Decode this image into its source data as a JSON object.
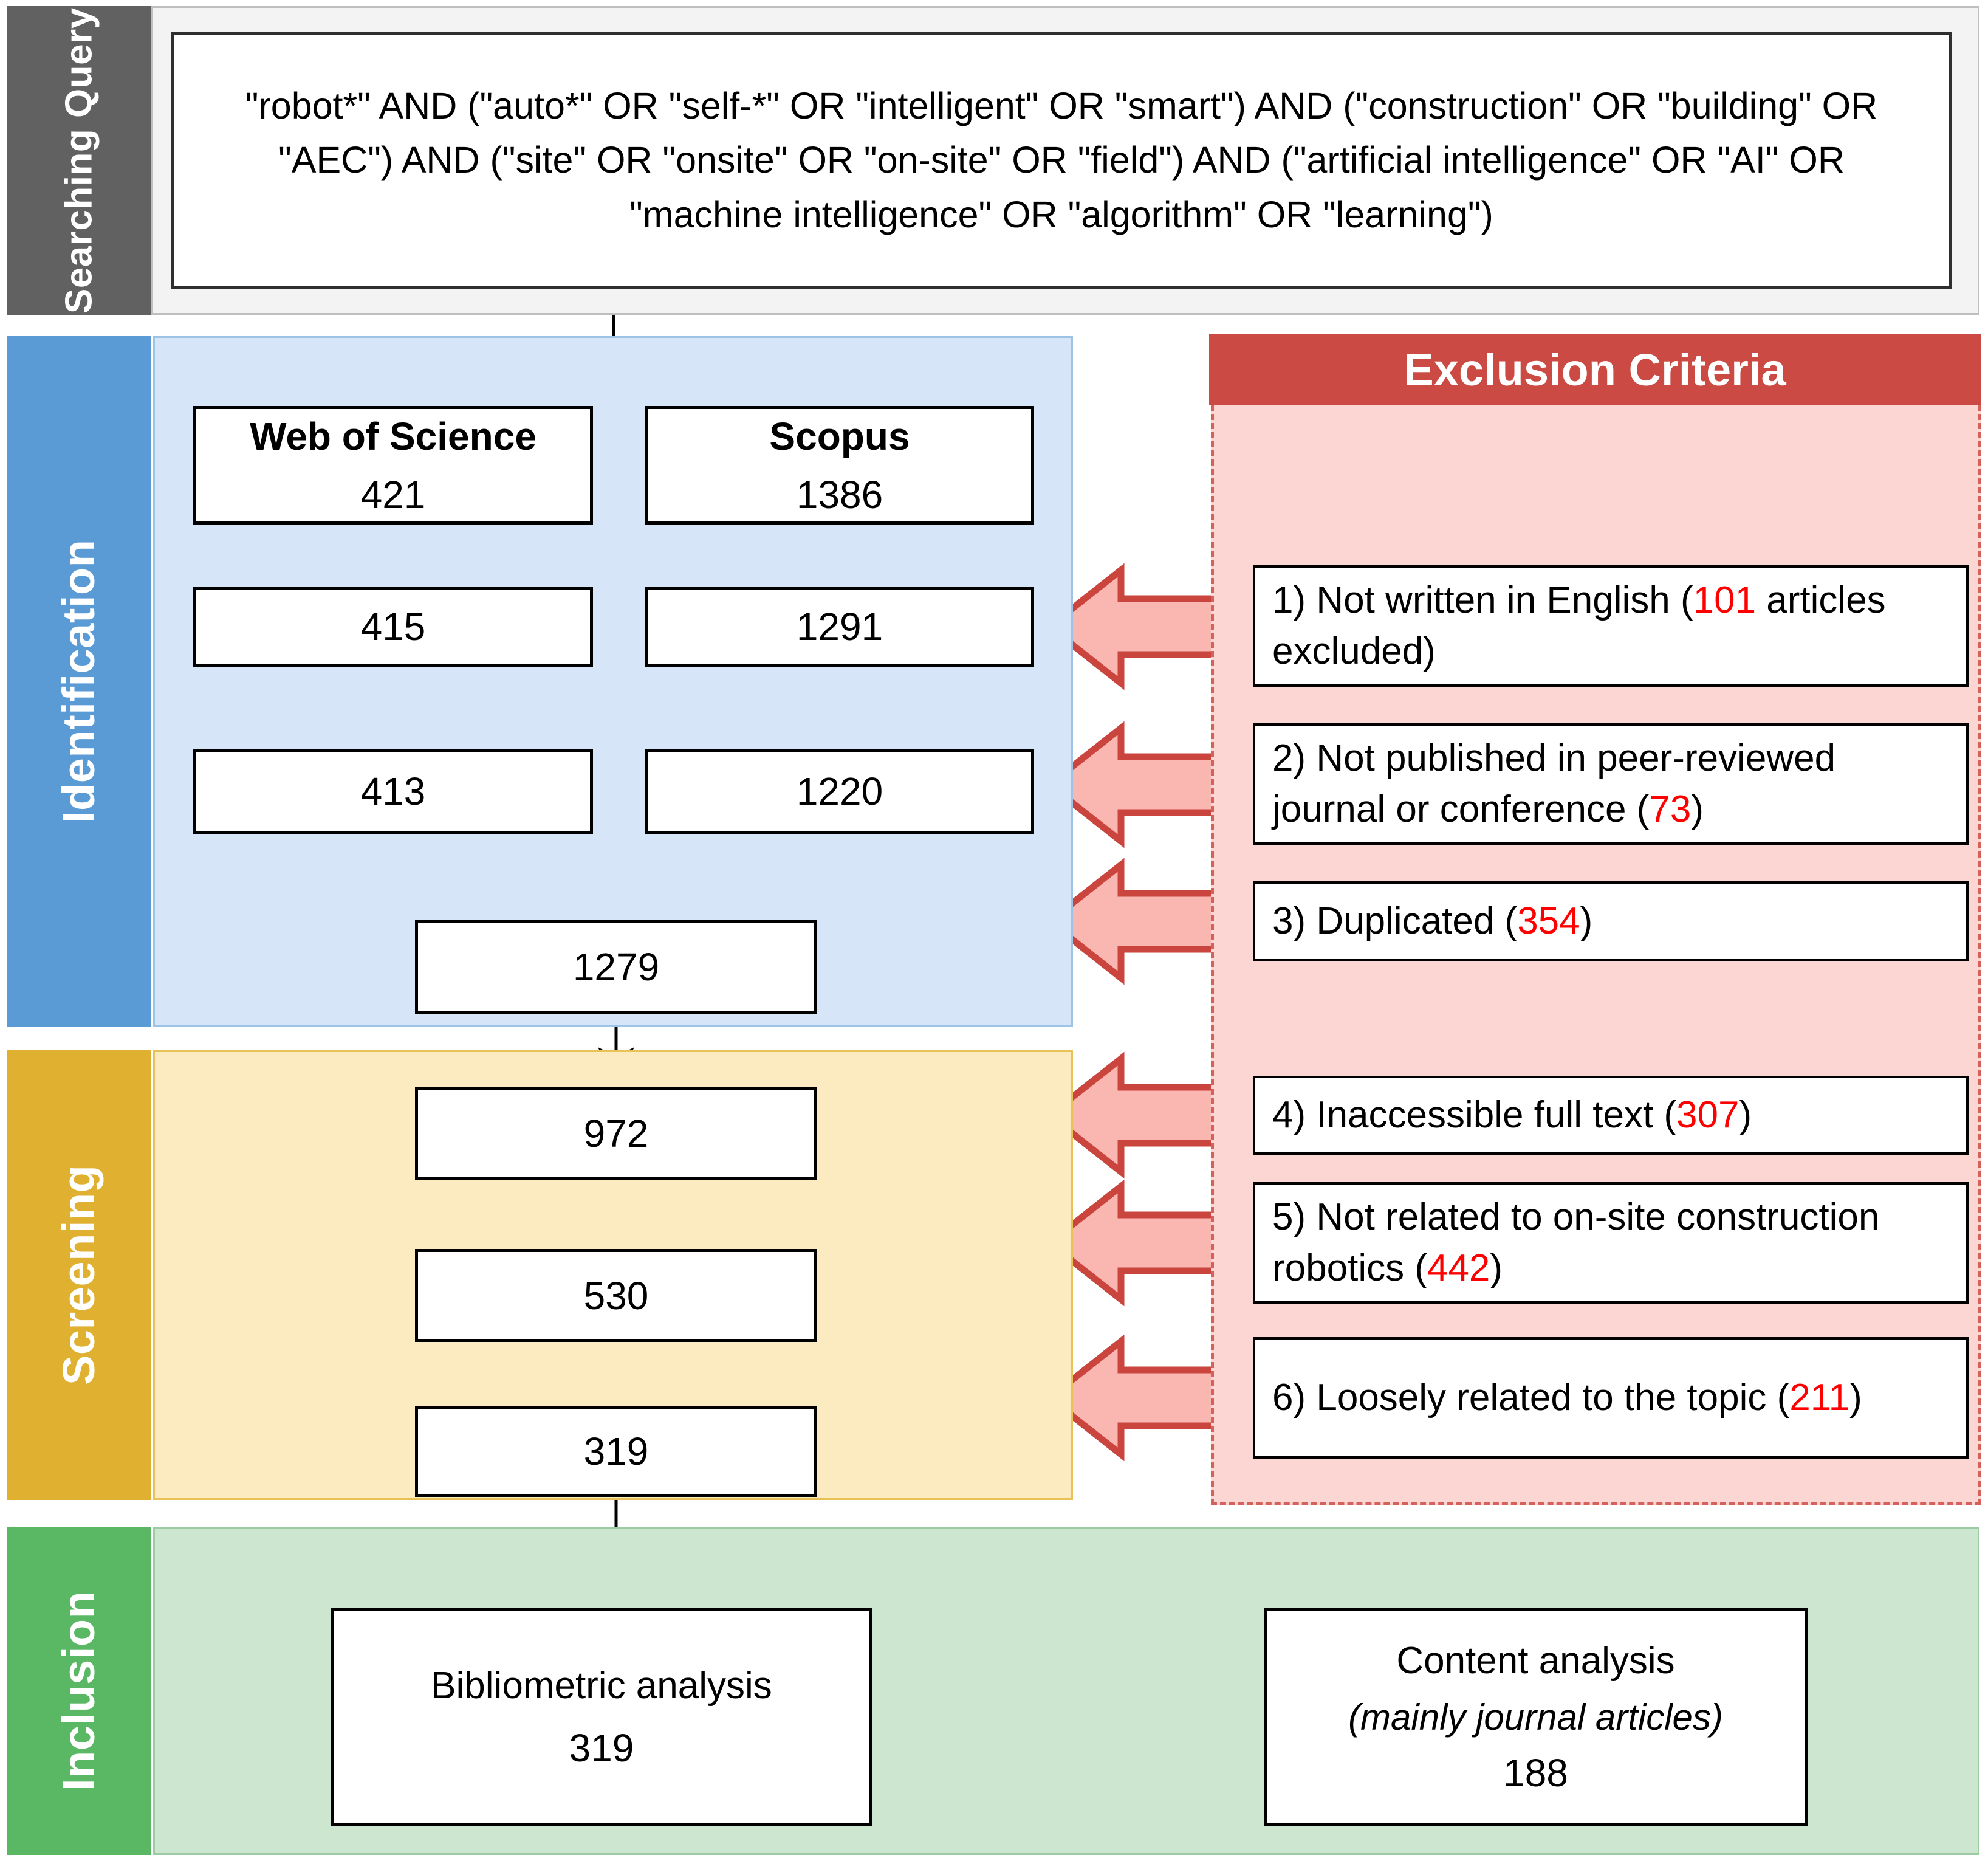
{
  "stages": {
    "query": "Searching Query",
    "identification": "Identification",
    "screening": "Screening",
    "inclusion": "Inclusion"
  },
  "query": {
    "text": "\"robot*\" AND (\"auto*\" OR \"self-*\" OR \"intelligent\" OR \"smart\") AND (\"construction\" OR \"building\" OR \"AEC\") AND (\"site\" OR \"onsite\" OR \"on-site\" OR \"field\") AND (\"artificial intelligence\" OR \"AI\" OR \"machine intelligence\" OR \"algorithm\" OR \"learning\")"
  },
  "identification": {
    "databases": [
      {
        "name": "Web of Science",
        "count": "421"
      },
      {
        "name": "Scopus",
        "count": "1386"
      }
    ],
    "after_language": [
      "415",
      "1291"
    ],
    "after_peer_review": [
      "413",
      "1220"
    ],
    "merged": "1279"
  },
  "screening": {
    "after_duplicates": "972",
    "after_fulltext": "530",
    "after_relevance": "319"
  },
  "inclusion": {
    "bibliometric": {
      "title": "Bibliometric analysis",
      "count": "319"
    },
    "content": {
      "title": "Content analysis",
      "subtitle": "(mainly journal articles)",
      "count": "188"
    }
  },
  "exclusion": {
    "header": "Exclusion Criteria",
    "criteria": [
      {
        "pre": "1) Not written in English (",
        "count": "101",
        "post": " articles excluded)"
      },
      {
        "pre": "2) Not published in peer-reviewed journal or conference (",
        "count": "73",
        "post": ")"
      },
      {
        "pre": "3) Duplicated (",
        "count": "354",
        "post": ")"
      },
      {
        "pre": "4) Inaccessible full text (",
        "count": "307",
        "post": ")"
      },
      {
        "pre": "5) Not related to on-site construction robotics (",
        "count": "442",
        "post": ")"
      },
      {
        "pre": "6) Loosely related to the topic (",
        "count": "211",
        "post": ")"
      }
    ]
  },
  "colors": {
    "query_tab": "#616161",
    "identification_tab": "#5B9BD5",
    "identification_panel": "#D6E6F8",
    "screening_tab": "#E0B030",
    "screening_panel": "#FCEBC0",
    "inclusion_tab": "#5AB763",
    "inclusion_panel": "#CCE6CF",
    "exclusion_header": "#CB4A43",
    "exclusion_panel": "#FBD6D3",
    "exclusion_arrow_fill": "#FAB6B0",
    "exclusion_arrow_stroke": "#C9453E",
    "count_red": "#FF0000"
  }
}
